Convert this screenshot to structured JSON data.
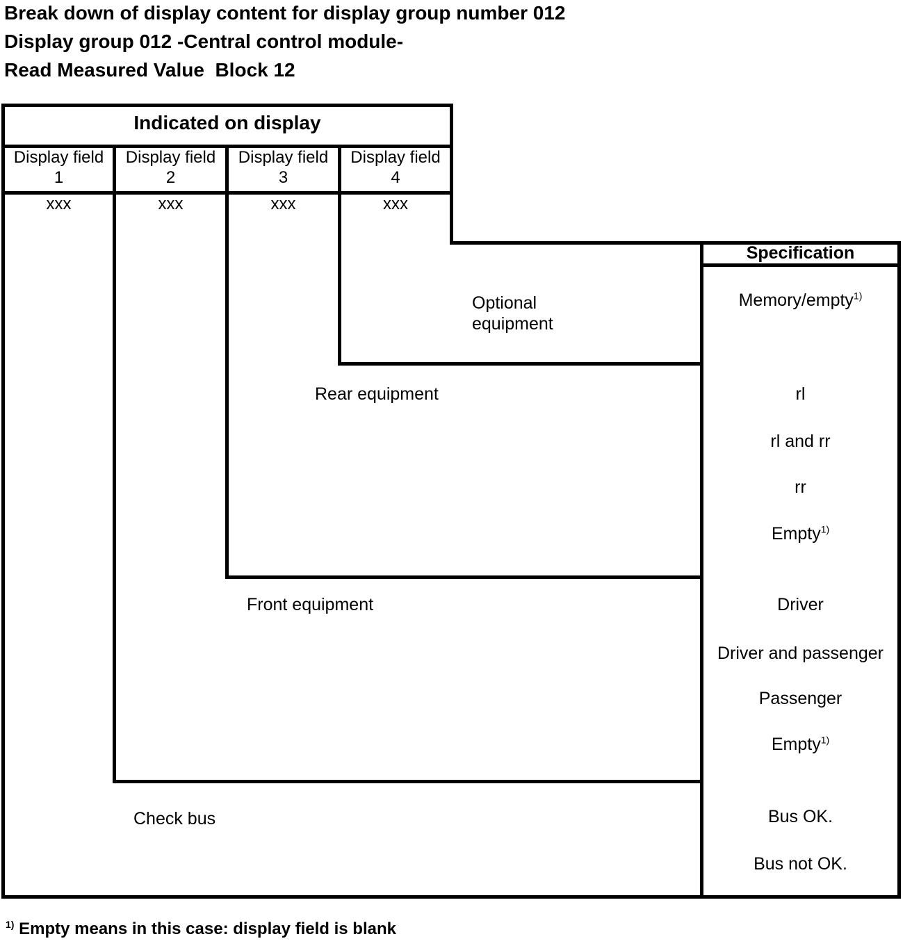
{
  "document": {
    "title_lines": [
      "Break down of display content for display group number 012",
      "Display group 012 -Central control module-",
      "Read Measured Value  Block 12"
    ]
  },
  "table": {
    "header": "Indicated on display",
    "specification_header": "Specification",
    "columns": [
      {
        "label": "Display field",
        "number": "1",
        "value": "xxx"
      },
      {
        "label": "Display field",
        "number": "2",
        "value": "xxx"
      },
      {
        "label": "Display field",
        "number": "3",
        "value": "xxx"
      },
      {
        "label": "Display field",
        "number": "4",
        "value": "xxx"
      }
    ],
    "rows": [
      {
        "label": "Optional\nequipment",
        "specs": [
          {
            "text": "Memory/empty",
            "sup": "1)"
          }
        ]
      },
      {
        "label": "Rear equipment",
        "specs": [
          {
            "text": "rl"
          },
          {
            "text": "rl and rr"
          },
          {
            "text": "rr"
          },
          {
            "text": "Empty",
            "sup": "1)"
          }
        ]
      },
      {
        "label": "Front equipment",
        "specs": [
          {
            "text": "Driver"
          },
          {
            "text": "Driver and passenger"
          },
          {
            "text": "Passenger"
          },
          {
            "text": "Empty",
            "sup": "1)"
          }
        ]
      },
      {
        "label": "Check bus",
        "specs": [
          {
            "text": "Bus OK."
          },
          {
            "text": "Bus not OK."
          }
        ]
      }
    ]
  },
  "footnote": {
    "marker": "1)",
    "text": "Empty means in this case: display field is blank"
  },
  "colors": {
    "ink": "#000000",
    "background": "#ffffff"
  }
}
